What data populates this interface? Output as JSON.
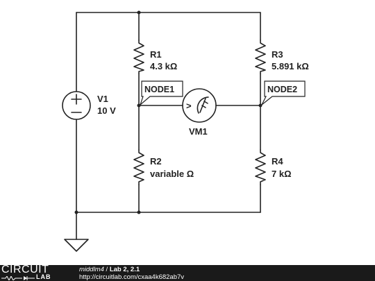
{
  "components": {
    "v1": {
      "name": "V1",
      "value": "10 V",
      "plus": "+",
      "minus": "−"
    },
    "r1": {
      "name": "R1",
      "value": "4.3 kΩ"
    },
    "r2": {
      "name": "R2",
      "value": "variable Ω"
    },
    "r3": {
      "name": "R3",
      "value": "5.891 kΩ"
    },
    "r4": {
      "name": "R4",
      "value": "7 kΩ"
    },
    "vm1": {
      "name": "VM1",
      "symbol": ">"
    }
  },
  "nodes": {
    "node1": "NODE1",
    "node2": "NODE2"
  },
  "footer": {
    "logo_top": "CIRCUIT",
    "logo_bottom": "LAB",
    "user": "middlm4",
    "separator": " / ",
    "title": "Lab 2, 2.1",
    "url": "http://circuitlab.com/cxaa4k682ab7v"
  },
  "colors": {
    "wire": "#222222",
    "footer_bg": "#1a1a1a"
  }
}
